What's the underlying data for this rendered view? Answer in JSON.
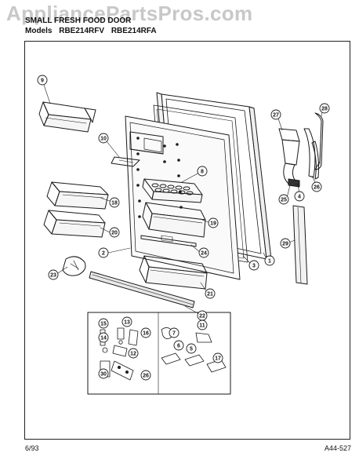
{
  "watermark": "AppliancePartsPros.com",
  "header": {
    "title": "SMALL FRESH FOOD DOOR",
    "models_label": "Models",
    "models": [
      "RBE214RFV",
      "RBE214RFA"
    ]
  },
  "footer": {
    "date": "6/93",
    "code": "A44-527"
  },
  "callouts": [
    "9",
    "10",
    "8",
    "18",
    "20",
    "19",
    "24",
    "2",
    "23",
    "22",
    "21",
    "3",
    "1",
    "27",
    "28",
    "25",
    "4",
    "26",
    "29",
    "15",
    "13",
    "14",
    "16",
    "12",
    "30",
    "26",
    "7",
    "11",
    "6",
    "5",
    "17"
  ]
}
